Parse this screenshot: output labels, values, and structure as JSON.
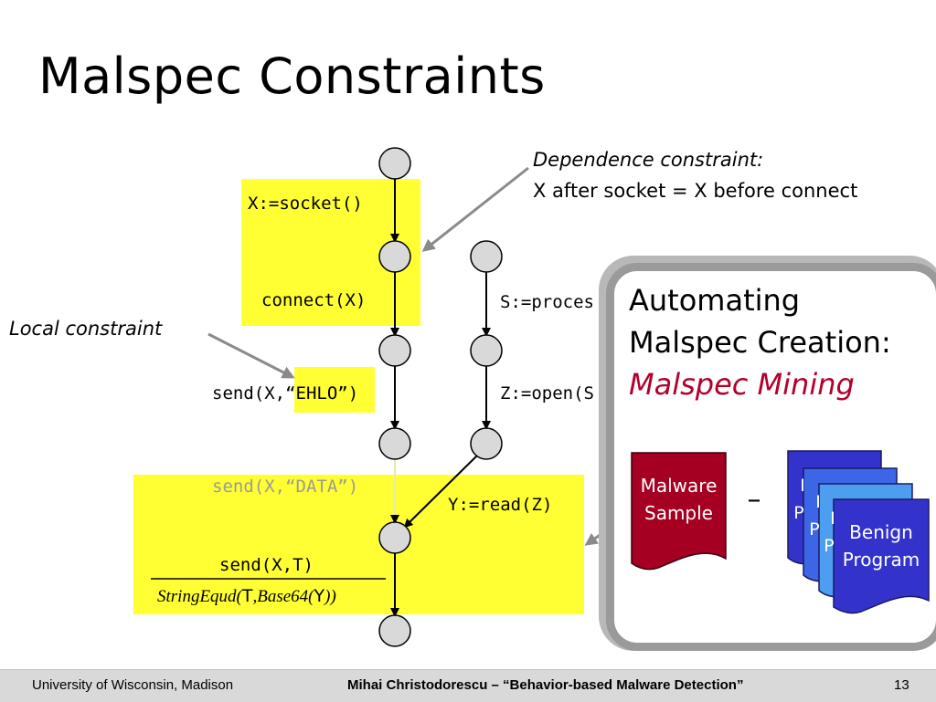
{
  "slide": {
    "title": "Malspec Constraints"
  },
  "graph": {
    "left_column": {
      "x_socket": "X:=socket()",
      "connect": "connect(X)",
      "send_ehlo_prefix": "send(X,",
      "send_ehlo_arg": "“EHLO”",
      "send_ehlo_suffix": ")",
      "send_data": "send(X,“DATA”)",
      "send_t": "send(X,T)"
    },
    "right_column": {
      "s_process": "S:=proces",
      "z_open": "Z:=open(S",
      "y_read": "Y:=read(Z)"
    },
    "formula": {
      "fn": "StringEqud(",
      "t": "T",
      "comma": ",",
      "base": "Base64(",
      "y": "Y",
      "close": "))"
    }
  },
  "callouts": {
    "dependence_title": "Dependence constraint:",
    "dependence_body": "X after socket = X before connect",
    "local": "Local constraint"
  },
  "panel": {
    "line1": "Automating",
    "line2": "Malspec Creation:",
    "line3": "Malspec Mining",
    "malware_line1": "Malware",
    "malware_line2": "Sample",
    "minus": "–",
    "benign_line1": "Benign",
    "benign_line2": "Program",
    "stack_letter_1": "I",
    "stack_letter_2": "P",
    "stack_letter_3": "I",
    "stack_letter_4": "P",
    "stack_letter_5": "I",
    "stack_letter_6": "P"
  },
  "colors": {
    "highlight": "#ffff33",
    "malware": "#a50021",
    "benign_front": "#3333cc",
    "accent_red": "#b3002d"
  },
  "footer": {
    "left": "University of Wisconsin, Madison",
    "center": "Mihai Christodorescu – “Behavior-based Malware Detection”",
    "page": "13"
  }
}
